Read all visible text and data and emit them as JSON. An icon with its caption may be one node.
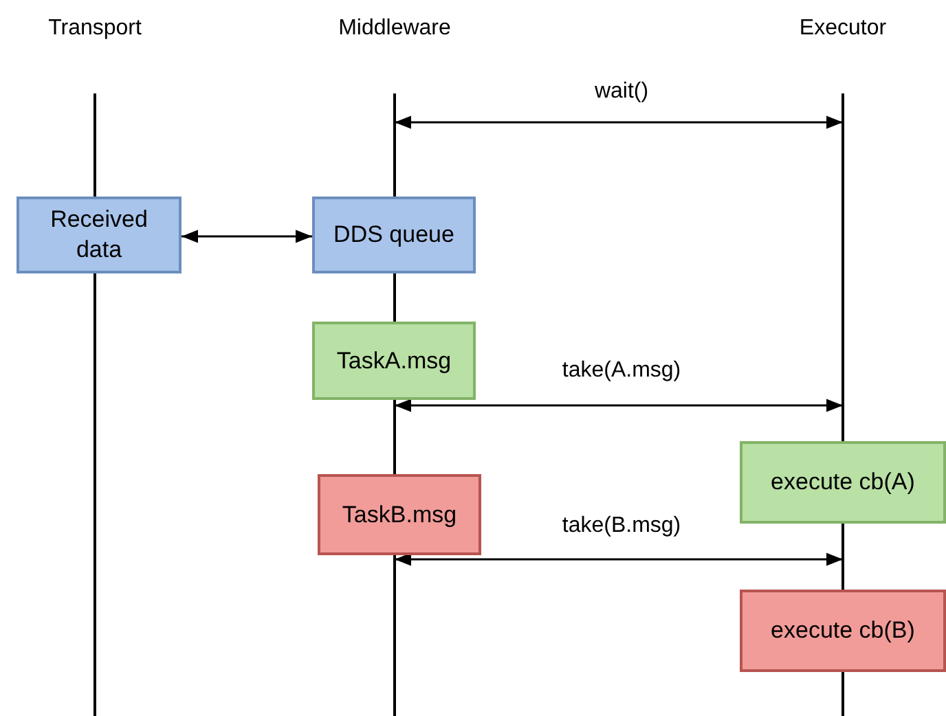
{
  "diagram": {
    "nodes": [
      {
        "text": [],
        "shape": "bar",
        "beside": [
          "Transport"
        ]
      },
      {
        "text": [],
        "shape": "bar",
        "beside": [
          "Middleware"
        ]
      },
      {
        "text": [],
        "shape": "bar",
        "beside": [
          "Executor"
        ]
      },
      {
        "text": [
          "Received data"
        ]
      },
      {
        "text": [
          "DDS queue"
        ]
      },
      {
        "text": [
          "TaskA.msg"
        ]
      },
      {
        "text": [
          "execute cb(A)"
        ]
      },
      {
        "text": [
          "TaskB.msg"
        ]
      },
      {
        "text": [
          "execute cb(B)"
        ]
      }
    ],
    "edges": [
      {
        "from": 1,
        "to": 2,
        "arrow": "both",
        "label": "wait()"
      },
      {
        "from": 3,
        "to": 4,
        "arrow": "both"
      },
      {
        "from": 1,
        "to": 2,
        "arrow": "both",
        "label": "take(A.msg)"
      },
      {
        "from": 1,
        "to": 2,
        "arrow": "both",
        "label": "take(B.msg)"
      }
    ]
  }
}
